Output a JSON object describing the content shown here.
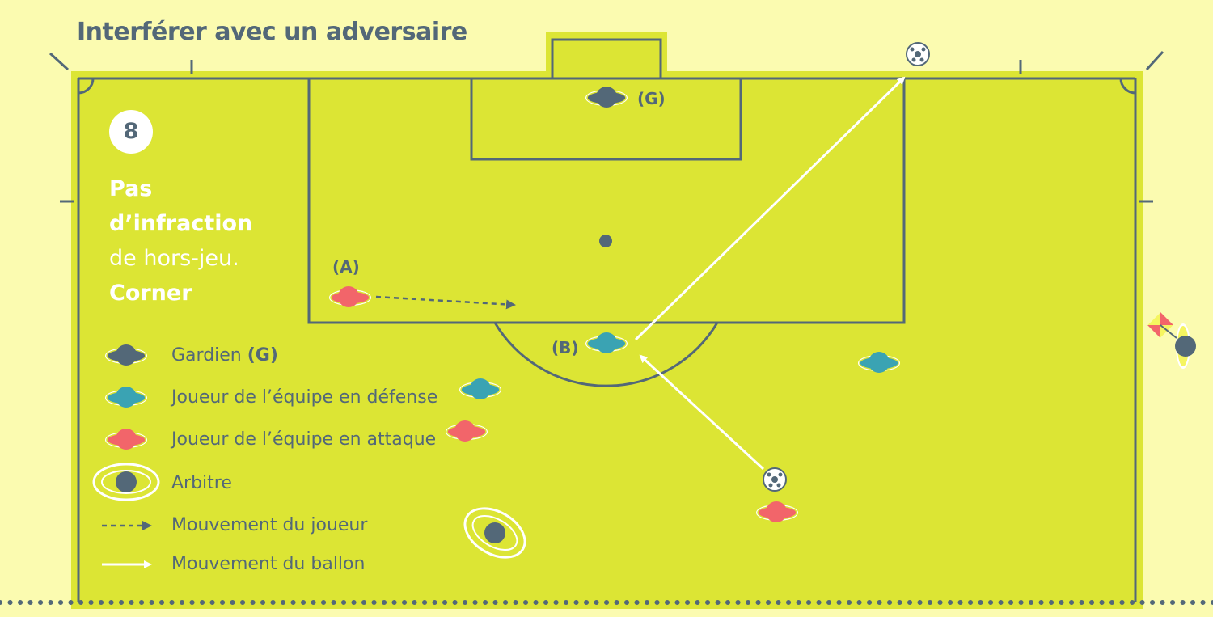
{
  "title": "Interférer avec un adversaire",
  "step_number": "8",
  "caption": {
    "line1": "Pas",
    "line2": "d’infraction",
    "line3": "de hors-jeu.",
    "line4": "Corner"
  },
  "labels": {
    "goalkeeper": "(G)",
    "player_a": "(A)",
    "player_b": "(B)"
  },
  "legend": {
    "goalkeeper": "Gardien",
    "goalkeeper_suffix": "(G)",
    "defender": "Joueur de l’équipe en défense",
    "attacker": "Joueur de l’équipe en attaque",
    "referee": "Arbitre",
    "player_movement": "Mouvement du joueur",
    "ball_movement": "Mouvement du ballon"
  },
  "colors": {
    "background": "#fbfbb0",
    "pitch": "#dce534",
    "lines": "#536878",
    "goalkeeper": "#536878",
    "defender": "#3aa3b3",
    "attacker": "#f2656a",
    "arrow": "#ffffff"
  }
}
